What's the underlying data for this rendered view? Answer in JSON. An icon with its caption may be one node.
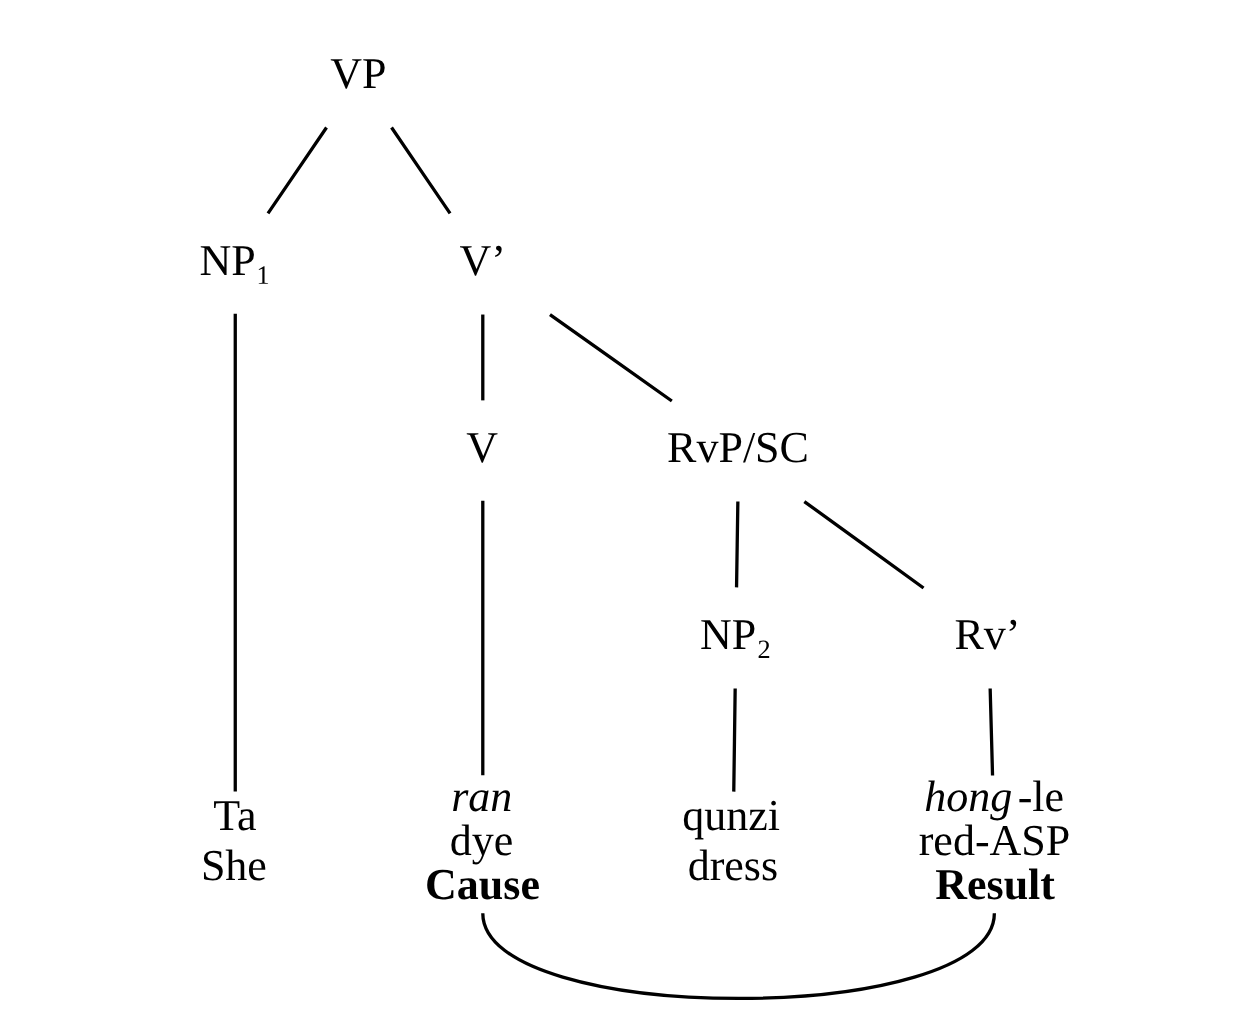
{
  "diagram": {
    "nodes": [
      {
        "text": [
          "VP"
        ]
      },
      {
        "text": [
          "NP₁"
        ]
      },
      {
        "text": [
          "V’"
        ]
      },
      {
        "text": [
          "V"
        ]
      },
      {
        "text": [
          "RvP/SC"
        ]
      },
      {
        "text": [
          "Ta",
          "She"
        ]
      },
      {
        "text": [
          "ran",
          "dye",
          "Cause"
        ]
      },
      {
        "text": [
          "NP₂"
        ]
      },
      {
        "text": [
          "Rv’"
        ]
      },
      {
        "text": [
          "qunzi",
          "dress"
        ]
      },
      {
        "text": [
          "*hong*-le",
          "red-ASP",
          "Result"
        ]
      }
    ],
    "edges": [
      {
        "from": 0,
        "to": 1,
        "arrow": "none"
      },
      {
        "from": 0,
        "to": 2,
        "arrow": "none"
      },
      {
        "from": 1,
        "to": 5,
        "arrow": "none"
      },
      {
        "from": 2,
        "to": 3,
        "arrow": "none"
      },
      {
        "from": 2,
        "to": 4,
        "arrow": "none"
      },
      {
        "from": 3,
        "to": 6,
        "arrow": "none"
      },
      {
        "from": 4,
        "to": 7,
        "arrow": "none"
      },
      {
        "from": 4,
        "to": 8,
        "arrow": "none"
      },
      {
        "from": 7,
        "to": 9,
        "arrow": "none"
      },
      {
        "from": 8,
        "to": 10,
        "arrow": "none"
      },
      {
        "from": 6,
        "to": 10,
        "arrow": "none"
      }
    ]
  }
}
